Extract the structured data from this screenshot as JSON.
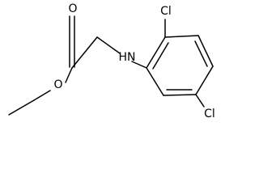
{
  "atoms": {
    "carbonyl_oxygen": "O",
    "ester_oxygen": "O",
    "amine": "HN",
    "chlorine_top": "Cl",
    "chlorine_bottom": "Cl"
  }
}
